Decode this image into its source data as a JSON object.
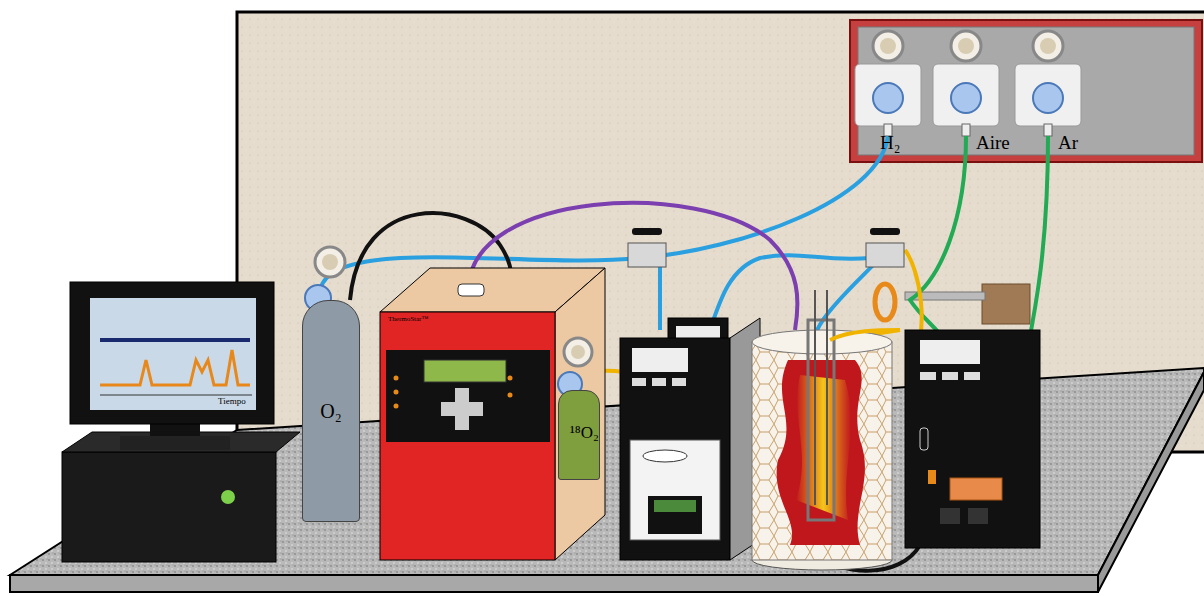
{
  "diagram": {
    "nodes": [
      {
        "text": [
          "O₂"
        ]
      },
      {
        "text": [
          "¹⁸O₂"
        ]
      }
    ],
    "labels": [
      "H₂",
      "Aire",
      "Ar",
      "Tiempo",
      "ThermoStar™"
    ]
  }
}
